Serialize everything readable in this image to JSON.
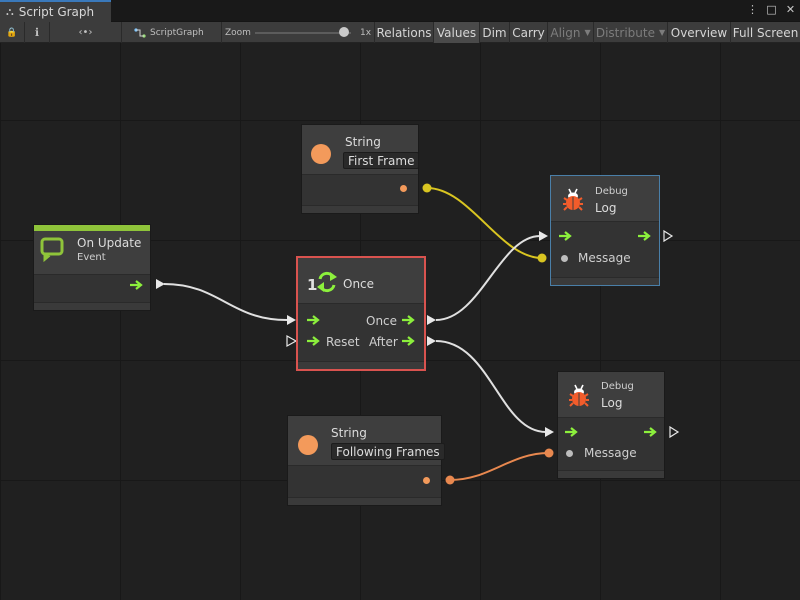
{
  "tab": {
    "title": "Script Graph"
  },
  "window": {
    "menu_icon": "⋮",
    "maximize_icon": "□",
    "close_icon": "✕"
  },
  "toolbar": {
    "lock_icon": "🔒",
    "info_icon": "ℹ",
    "code_icon": "‹•›",
    "graph_name": "ScriptGraph",
    "zoom_label": "Zoom",
    "zoom_value": "1x",
    "zoom_level": 0.93,
    "buttons": {
      "relations": "Relations",
      "values": "Values",
      "dim": "Dim",
      "carry": "Carry",
      "align": "Align",
      "distribute": "Distribute",
      "overview": "Overview",
      "full_screen": "Full Screen"
    }
  },
  "nodes": {
    "string_first": {
      "type": "String",
      "value": "First Frame"
    },
    "on_update": {
      "title": "On Update",
      "subtitle": "Event"
    },
    "once": {
      "icon_number": "1",
      "title": "Once",
      "out_once": "Once",
      "in_reset": "Reset",
      "out_after": "After"
    },
    "debug_log_1": {
      "category": "Debug",
      "title": "Log",
      "message": "Message"
    },
    "debug_log_2": {
      "category": "Debug",
      "title": "Log",
      "message": "Message"
    },
    "string_following": {
      "type": "String",
      "value": "Following Frames"
    }
  },
  "colors": {
    "flow_arrow": "#8cf03c",
    "string_port": "#f39a5b",
    "string_wire_yellow": "#d9c521",
    "string_wire_orange": "#e8884f",
    "flow_wire": "#e0e0e0",
    "selected_red": "#d9534f",
    "selected_blue": "#4a7fa8",
    "event_bar": "#8fc43a",
    "debug_icon": "#f25c2b"
  }
}
